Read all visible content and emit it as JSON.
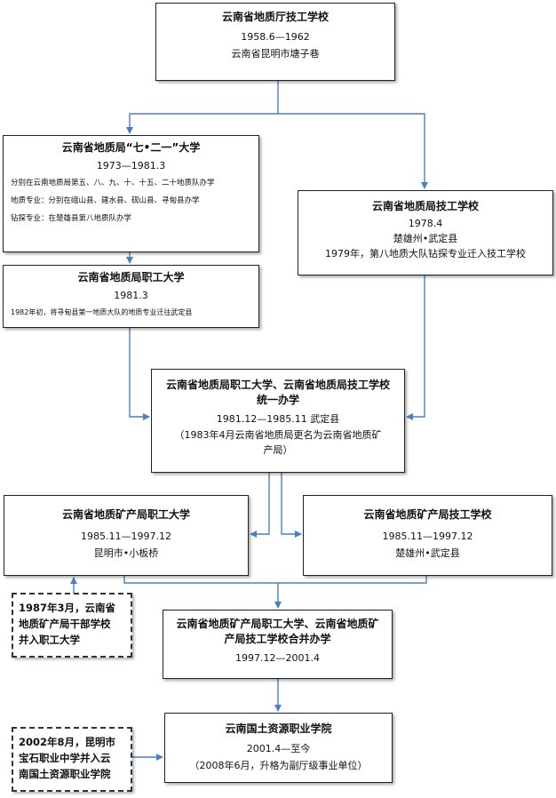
{
  "nodes": {
    "n1": {
      "title": "云南省地质厅技工学校",
      "lines": [
        "1958.6—1962",
        "云南省昆明市塘子巷"
      ]
    },
    "n2": {
      "title": "云南省地质局“七•二一”大学",
      "lines": [
        "1973—1981.3"
      ],
      "notes": [
        "分别在云南地质局第五、八、九、十、十五、二十地质队办学",
        "地质专业：分别在峨山县、建水县、砚山县、寻甸县办学",
        "钻探专业：在楚雄县第八地质队办学"
      ]
    },
    "n3": {
      "title": "云南省地质局技工学校",
      "lines": [
        "1978.4",
        "楚雄州•武定县",
        "1979年，第八地质大队钻探专业迁入技工学校"
      ]
    },
    "n4": {
      "title": "云南省地质局职工大学",
      "lines": [
        "1981.3"
      ],
      "notes": [
        "1982年初，将寻甸县第一地质大队的地质专业迁往武定县"
      ]
    },
    "n5": {
      "title_lines": [
        "云南省地质局职工大学、云南省地质局技工学校",
        "统一办学"
      ],
      "lines": [
        "1981.12—1985.11 武定县",
        "（1983年4月云南省地质局更名为云南省地质矿",
        "产局）"
      ]
    },
    "n6": {
      "title": "云南省地质矿产局职工大学",
      "lines": [
        "1985.11—1997.12",
        "昆明市•小板桥"
      ]
    },
    "n7": {
      "title": "云南省地质矿产局技工学校",
      "lines": [
        "1985.11—1997.12",
        "楚雄州•武定县"
      ]
    },
    "n8": {
      "title_lines": [
        "云南省地质矿产局职工大学、云南省地质矿",
        "产局技工学校合并办学"
      ],
      "lines": [
        "1997.12—2001.4"
      ]
    },
    "n9": {
      "title": "云南国土资源职业学院",
      "lines": [
        "2001.4—至今",
        "（2008年6月，升格为副厅级事业单位）"
      ]
    }
  },
  "side_notes": {
    "d1": [
      "1987年3月，云南省",
      "地质矿产局干部学校",
      "并入职工大学"
    ],
    "d2": [
      "2002年8月，昆明市",
      "宝石职业中学并入云",
      "南国土资源职业学院"
    ]
  },
  "colors": {
    "connector": "#4a7fc1",
    "border": "#222222"
  }
}
